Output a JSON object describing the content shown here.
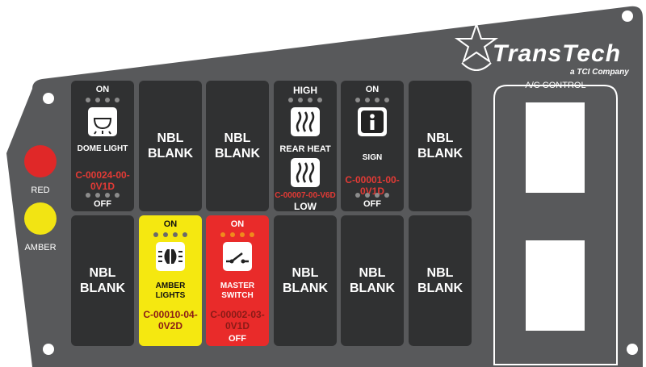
{
  "brand": {
    "name": "TransTech",
    "tagline": "a TCI Company"
  },
  "indicators": [
    {
      "label": "RED",
      "color": "#e02828"
    },
    {
      "label": "AMBER",
      "color": "#f2e413"
    }
  ],
  "ac": {
    "title": "A/C CONTROL"
  },
  "switches": {
    "dome": {
      "on": "ON",
      "off": "OFF",
      "name": "DOME LIGHT",
      "code": "C-00024-00-\n0V1D"
    },
    "blank": {
      "label": "NBL\nBLANK"
    },
    "rear_heat": {
      "high": "HIGH",
      "low": "LOW",
      "name": "REAR HEAT",
      "code": "C-00007-00-V6D"
    },
    "sign": {
      "on": "ON",
      "off": "OFF",
      "name": "SIGN",
      "code": "C-00001-00-\n0V1D"
    },
    "amber_lights": {
      "on": "ON",
      "name": "AMBER\nLIGHTS",
      "code": "C-00010-04-\n0V2D"
    },
    "master": {
      "on": "ON",
      "off": "OFF",
      "name": "MASTER\nSWITCH",
      "code": "C-00002-03-\n0V1D"
    }
  },
  "colors": {
    "panel": "#58595b",
    "switch": "#303132",
    "yellow": "#f5e810",
    "red": "#e92b2a"
  }
}
